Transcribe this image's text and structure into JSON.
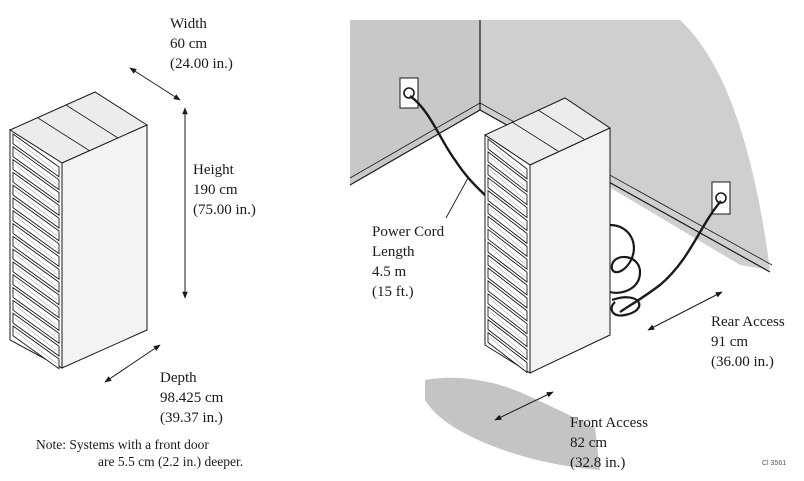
{
  "dimensions": {
    "width": {
      "label": "Width",
      "metric": "60 cm",
      "imperial": "(24.00 in.)"
    },
    "height": {
      "label": "Height",
      "metric": "190 cm",
      "imperial": "(75.00 in.)"
    },
    "depth": {
      "label": "Depth",
      "metric": "98.425 cm",
      "imperial": "(39.37 in.)"
    }
  },
  "power_cord": {
    "line1": "Power Cord",
    "line2": "Length",
    "metric": "4.5 m",
    "imperial": "(15 ft.)"
  },
  "rear_access": {
    "label": "Rear Access",
    "metric": "91 cm",
    "imperial": "(36.00 in.)"
  },
  "front_access": {
    "label": "Front Access",
    "metric": "82 cm",
    "imperial": "(32.8 in.)"
  },
  "note": {
    "line1": "Note: Systems with a front door",
    "line2": "are 5.5 cm (2.2 in.) deeper."
  },
  "figure_code": "Cl 3561",
  "colors": {
    "wall": "#cfcfcf",
    "floor_patch": "#c4c4c4",
    "rack_side": "#f3f3f3",
    "line": "#1a1a1a"
  }
}
